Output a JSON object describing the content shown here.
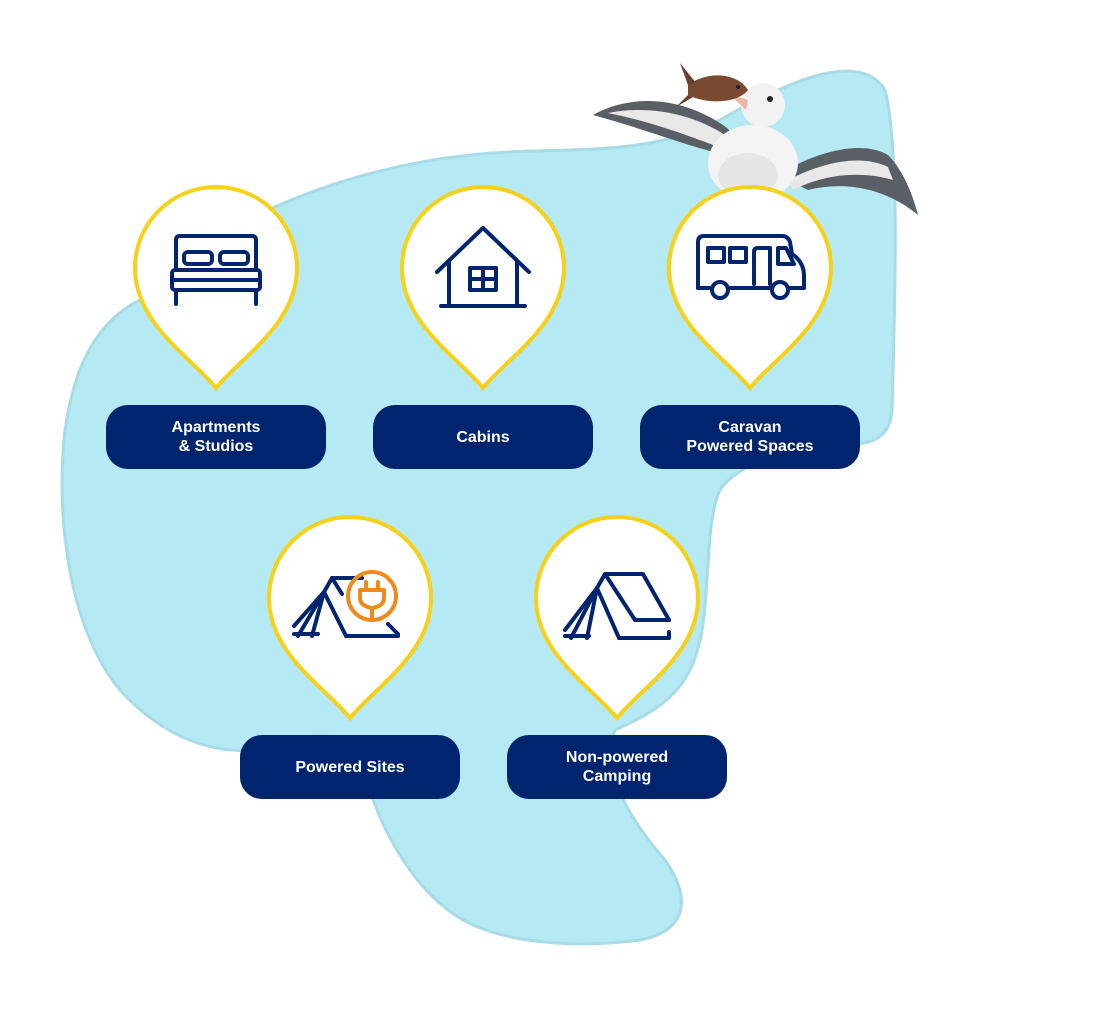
{
  "colors": {
    "blob_fill": "#b5e9f4",
    "blob_stroke": "#a7dbe6",
    "pin_fill": "#ffffff",
    "pin_stroke": "#f7d117",
    "icon_navy": "#01246f",
    "plug_orange": "#f08a1c",
    "button_bg": "#01246f",
    "button_text": "#ffffff"
  },
  "accommodations": [
    {
      "label": "Apartments\n& Studios",
      "icon": "bed-icon"
    },
    {
      "label": "Cabins",
      "icon": "house-icon"
    },
    {
      "label": "Caravan\nPowered Spaces",
      "icon": "campervan-icon"
    },
    {
      "label": "Powered Sites",
      "icon": "powered-tent-icon"
    },
    {
      "label": "Non-powered\nCamping",
      "icon": "tent-icon"
    }
  ],
  "decoration": {
    "icon": "albatross-mascot-icon"
  }
}
